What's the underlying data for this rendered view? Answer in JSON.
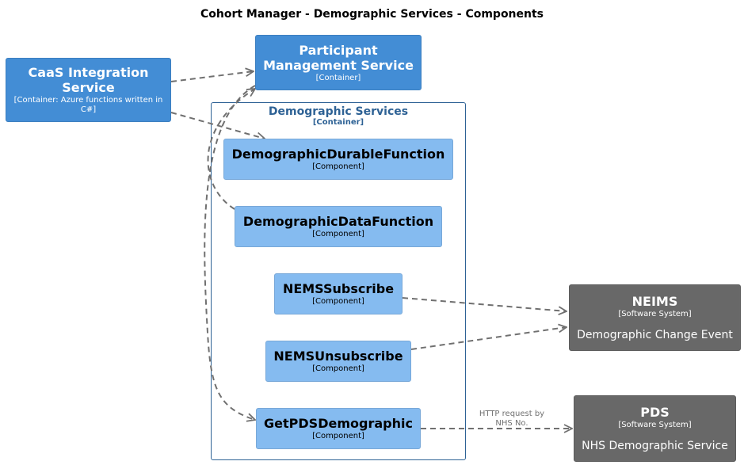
{
  "title": "Cohort Manager - Demographic Services - Components",
  "boundary": {
    "name": "Demographic Services",
    "type": "[Container]"
  },
  "nodes": {
    "caas": {
      "name": "CaaS Integration Service",
      "type": "[Container: Azure functions written in C#]"
    },
    "participant": {
      "name": "Participant Management Service",
      "type": "[Container]"
    },
    "durable": {
      "name": "DemographicDurableFunction",
      "type": "[Component]"
    },
    "datafn": {
      "name": "DemographicDataFunction",
      "type": "[Component]"
    },
    "subscribe": {
      "name": "NEMSSubscribe",
      "type": "[Component]"
    },
    "unsubscribe": {
      "name": "NEMSUnsubscribe",
      "type": "[Component]"
    },
    "getpds": {
      "name": "GetPDSDemographic",
      "type": "[Component]"
    },
    "neims": {
      "name": "NEIMS",
      "type": "[Software System]",
      "description": "Demographic Change Event"
    },
    "pds": {
      "name": "PDS",
      "type": "[Software System]",
      "description": "NHS Demographic Service"
    }
  },
  "edges": {
    "getpds_to_pds": {
      "label": "HTTP request by NHS No."
    }
  },
  "colors": {
    "container": "#438dd5",
    "component": "#85bbf0",
    "external_system": "#686868",
    "boundary": "#2e6295",
    "edge": "#707070"
  }
}
